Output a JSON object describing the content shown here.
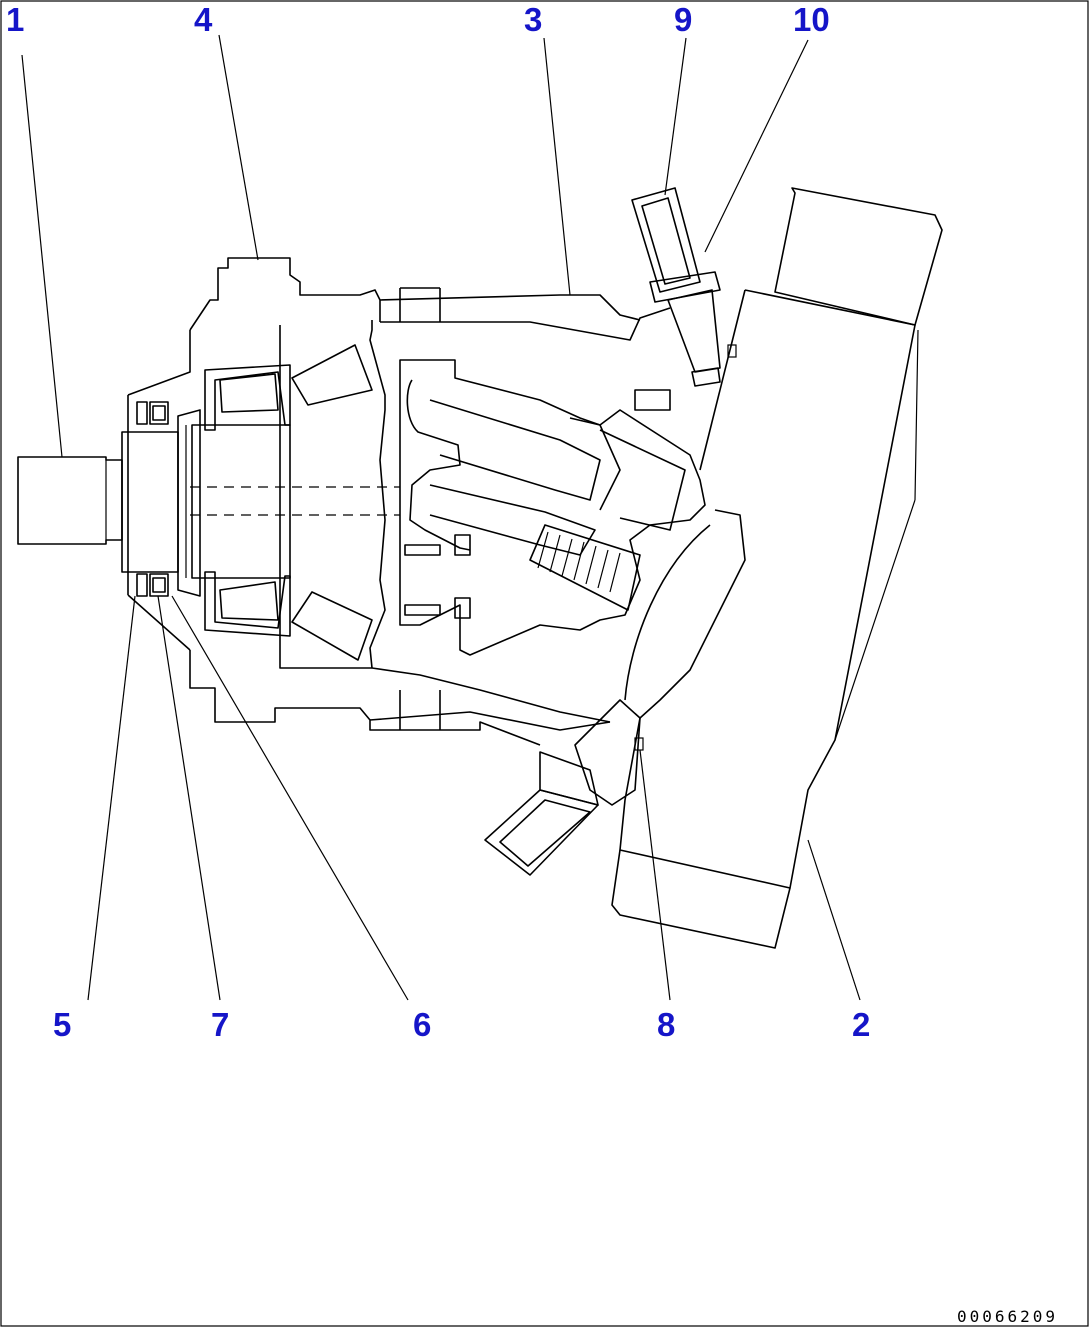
{
  "diagram": {
    "callouts": [
      {
        "id": "1",
        "label": "1"
      },
      {
        "id": "2",
        "label": "2"
      },
      {
        "id": "3",
        "label": "3"
      },
      {
        "id": "4",
        "label": "4"
      },
      {
        "id": "5",
        "label": "5"
      },
      {
        "id": "6",
        "label": "6"
      },
      {
        "id": "7",
        "label": "7"
      },
      {
        "id": "8",
        "label": "8"
      },
      {
        "id": "9",
        "label": "9"
      },
      {
        "id": "10",
        "label": "10"
      }
    ],
    "document_number": "00066209",
    "colors": {
      "callout": "#1515c8",
      "line": "#000000",
      "background": "#ffffff"
    }
  }
}
